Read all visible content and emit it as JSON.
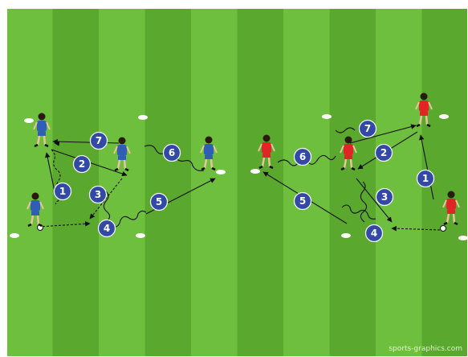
{
  "diagram": {
    "type": "soccer-drill",
    "pitch_colors": {
      "light_stripe": "#6fbf3f",
      "dark_stripe": "#5aa82e",
      "border": "#ffffff"
    },
    "team_colors": {
      "blue": "#2f5fb4",
      "red": "#e12424",
      "marker": "#3249a5",
      "marker_border": "#ffffff"
    },
    "markers_blue": [
      "1",
      "2",
      "3",
      "4",
      "5",
      "6",
      "7"
    ],
    "markers_red": [
      "1",
      "2",
      "3",
      "4",
      "5",
      "6",
      "7"
    ],
    "icons": {
      "player": "player-icon",
      "ball": "ball-icon",
      "cone": "cone-icon"
    }
  },
  "watermark": "sports-graphics.com"
}
